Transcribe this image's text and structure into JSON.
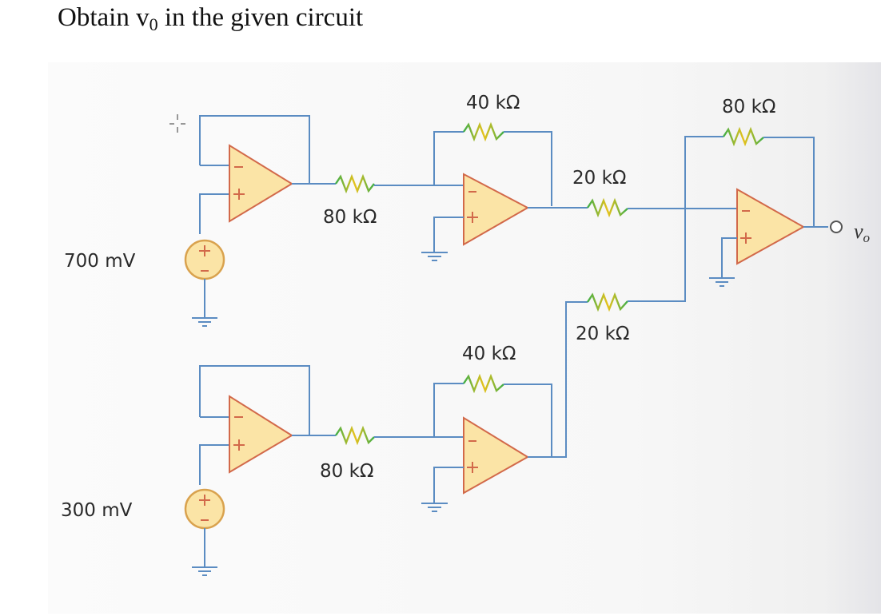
{
  "question": {
    "prefix": "Obtain v",
    "subscript": "0",
    "suffix": " in the given circuit"
  },
  "circuit": {
    "sources": [
      {
        "label": "700 mV",
        "icon": "voltage-source-icon"
      },
      {
        "label": "300 mV",
        "icon": "voltage-source-icon"
      }
    ],
    "resistors": {
      "top_input": "80 kΩ",
      "top_feedback": "40 kΩ",
      "bottom_input": "80 kΩ",
      "bottom_feedback": "40 kΩ",
      "sum_input_top": "20 kΩ",
      "sum_input_bottom": "20 kΩ",
      "sum_feedback": "80 kΩ"
    },
    "output_label": "v",
    "output_subscript": "o",
    "colors": {
      "wire": "#5b8cc2",
      "opamp_fill": "#fbe4a6",
      "opamp_stroke": "#d2694a",
      "resistor_a": "#3fae49",
      "resistor_b": "#e8c21c"
    }
  }
}
